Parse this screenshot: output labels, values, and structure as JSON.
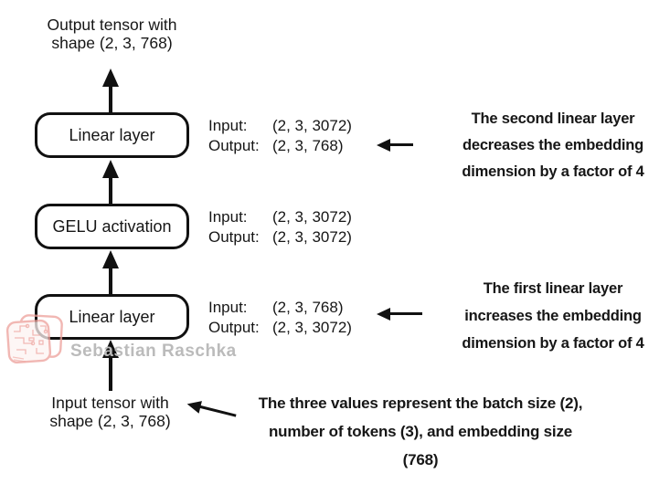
{
  "diagram_title": "Feed forward module tensor shapes",
  "colors": {
    "ink": "#111111",
    "box_fill": "#ffffff",
    "watermark_text": "#bbbbbb",
    "watermark_logo": "#eda09a"
  },
  "top_label": {
    "line1": "Output tensor with",
    "line2": "shape (2, 3, 768)"
  },
  "bottom_label": {
    "line1": "Input tensor with",
    "line2": "shape (2, 3, 768)"
  },
  "layers": [
    {
      "name": "Linear layer",
      "io": {
        "input_label": "Input:",
        "input_value": "(2, 3, 3072)",
        "output_label": "Output:",
        "output_value": "(2, 3, 768)"
      }
    },
    {
      "name": "GELU activation",
      "io": {
        "input_label": "Input:",
        "input_value": "(2, 3, 3072)",
        "output_label": "Output:",
        "output_value": "(2, 3, 3072)"
      }
    },
    {
      "name": "Linear layer",
      "io": {
        "input_label": "Input:",
        "input_value": "(2, 3, 768)",
        "output_label": "Output:",
        "output_value": "(2, 3, 3072)"
      }
    }
  ],
  "annotations": {
    "second_linear": {
      "lines": [
        "The second linear layer",
        "decreases the embedding",
        "dimension by a factor of 4"
      ]
    },
    "first_linear": {
      "lines": [
        "The first linear layer",
        "increases the embedding",
        "dimension by a factor of 4"
      ]
    },
    "input_tensor": {
      "lines": [
        "The three values represent the batch size (2),",
        "number of tokens (3), and embedding size",
        "(768)"
      ]
    }
  },
  "watermark": {
    "text": "Sebastian Raschka",
    "logo": "circuit-stamp-logo"
  }
}
